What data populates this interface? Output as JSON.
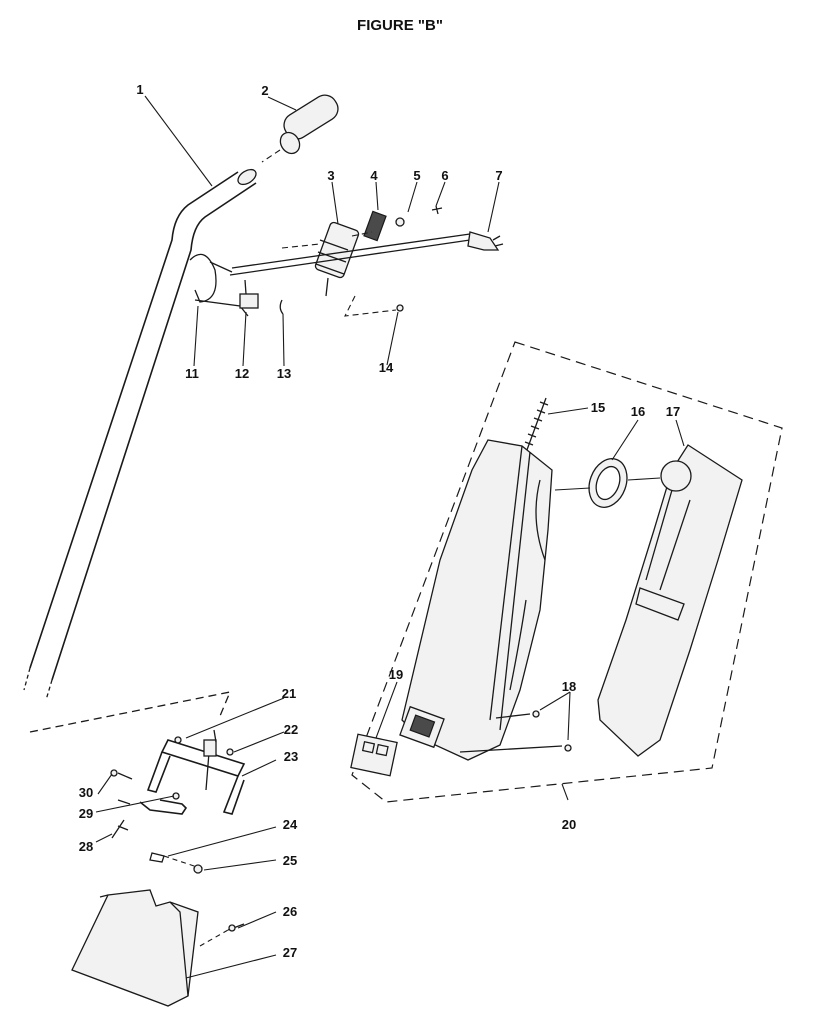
{
  "title": "FIGURE \"B\"",
  "labels": [
    "1",
    "2",
    "3",
    "4",
    "5",
    "6",
    "7",
    "11",
    "12",
    "13",
    "14",
    "15",
    "16",
    "17",
    "18",
    "19",
    "20",
    "21",
    "22",
    "23",
    "24",
    "25",
    "26",
    "27",
    "28",
    "29",
    "30"
  ]
}
